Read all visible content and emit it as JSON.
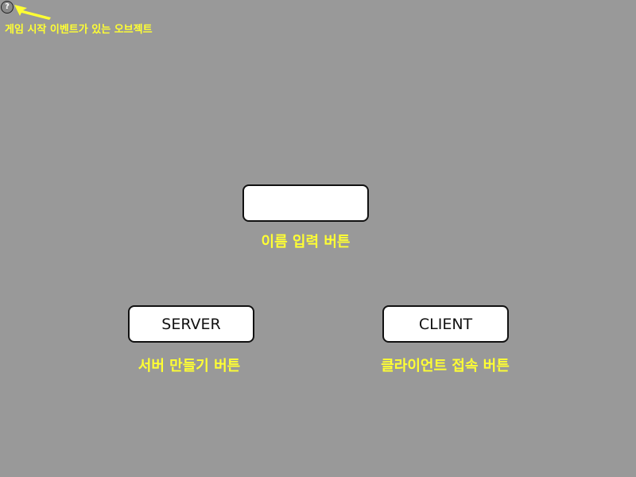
{
  "help": {
    "glyph": "?",
    "icon": "question-circle-icon"
  },
  "annotations": {
    "game_start_object": "게임 시작 이벤트가 있는 오브젝트",
    "name_input": "이름 입력 버튼",
    "server_button": "서버 만들기 버튼",
    "client_button": "클라이언트 접속 버튼"
  },
  "buttons": {
    "name_value": "",
    "server_label": "SERVER",
    "client_label": "CLIENT"
  },
  "colors": {
    "background": "#999999",
    "annotation": "#ffff33",
    "button_fill": "#ffffff",
    "button_border": "#111111"
  }
}
